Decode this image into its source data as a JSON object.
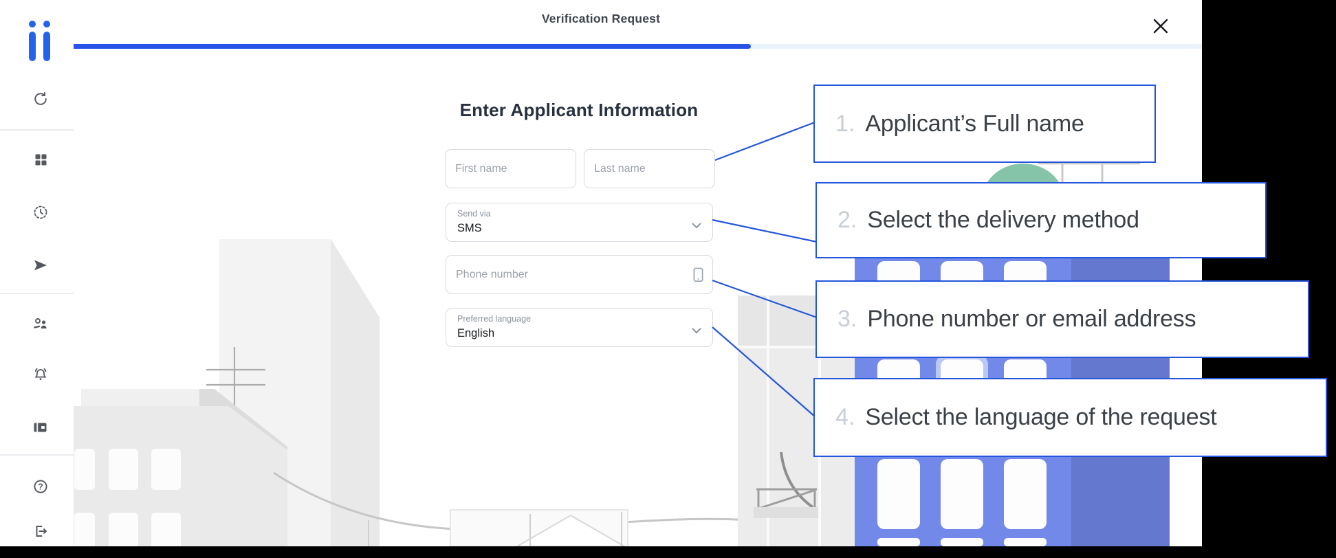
{
  "window": {
    "title": "Verification Request",
    "close_icon": "close-icon"
  },
  "progress": {
    "percent": 60,
    "fill_color": "#2b52e8",
    "track_color": "#eaf3fc"
  },
  "sidebar": {
    "logo": "ii-logo",
    "logo_color": "#2563eb",
    "items": [
      {
        "name": "sync"
      },
      {
        "name": "dashboard"
      },
      {
        "name": "history"
      },
      {
        "name": "send"
      },
      {
        "name": "people"
      },
      {
        "name": "notifications"
      },
      {
        "name": "wallet"
      },
      {
        "name": "help"
      },
      {
        "name": "logout"
      }
    ]
  },
  "form": {
    "heading": "Enter Applicant Information",
    "first_name": {
      "placeholder": "First name"
    },
    "last_name": {
      "placeholder": "Last name"
    },
    "send_via": {
      "label": "Send via",
      "value": "SMS"
    },
    "phone": {
      "placeholder": "Phone number"
    },
    "language": {
      "label": "Preferred language",
      "value": "English"
    }
  },
  "annotations": [
    {
      "number": "1.",
      "text": "Applicant’s Full name"
    },
    {
      "number": "2.",
      "text": "Select the delivery method"
    },
    {
      "number": "3.",
      "text": "Phone number or email address"
    },
    {
      "number": "4.",
      "text": "Select the language of the request"
    }
  ],
  "colors": {
    "accent_blue": "#2456dd",
    "building_blue": "#7289e9",
    "building_blue_dark": "#6478cf",
    "tree_teal": "#85c4a8",
    "background": "#000000"
  }
}
